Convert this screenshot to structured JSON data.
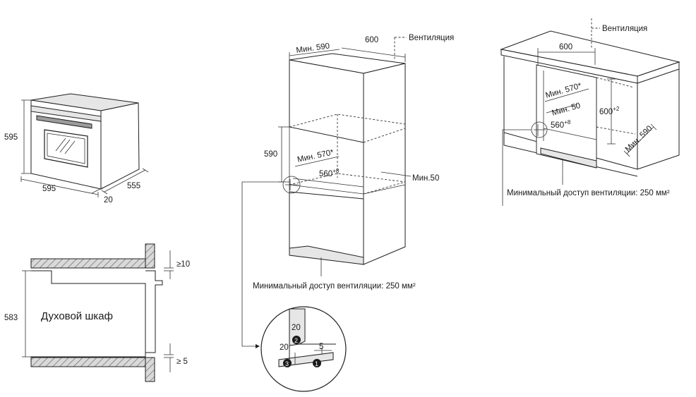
{
  "oven": {
    "height": "595",
    "width": "595",
    "depth": "555",
    "front": "20"
  },
  "section": {
    "label": "Духовой шкаф",
    "height": "583",
    "gap_top": "≥10",
    "gap_bottom": "≥ 5"
  },
  "column": {
    "min_depth": "Мин. 590",
    "width": "600",
    "ventilation": "Вентиляция",
    "niche_height": "590",
    "min_570": "Мин. 570*",
    "w560": "560",
    "w560_sup": "+8",
    "min50": "Мин.50",
    "vent_access": "Минимальный доступ вентиляции: 250 мм²"
  },
  "detail": {
    "d20a": "20",
    "d20b": "20",
    "d5": "5",
    "n1": "1",
    "n2": "2",
    "n3": "3"
  },
  "under": {
    "ventilation": "Вентиляция",
    "width": "600",
    "min_570": "Мин. 570*",
    "min50": "Мин. 50",
    "height600": "600",
    "height600_sup": "+2",
    "w560": "560",
    "w560_sup": "+8",
    "min_depth": "Мин. 590",
    "vent_access": "Минимальный доступ вентиляции: 250 мм²"
  }
}
